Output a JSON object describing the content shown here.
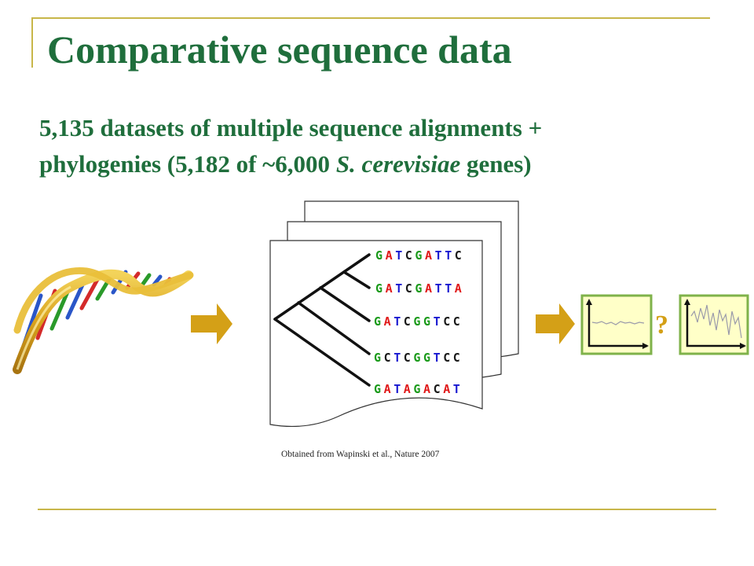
{
  "slide": {
    "title": "Comparative sequence data",
    "subtitle_line1": "5,135 datasets of multiple sequence alignments +",
    "subtitle_line2_pre": "phylogenies (5,182 of ~6,000 ",
    "subtitle_line2_species": "S. cerevisiae",
    "subtitle_line2_post": " genes)",
    "caption": "Obtained from Wapinski et al., Nature 2007",
    "question_mark": "?"
  },
  "alignment": {
    "sequences": [
      "GATCGATTC",
      "GATCGATTA",
      "GATCGGTCC",
      "GCTCGGTCC",
      "GATAGACAT"
    ]
  },
  "colors": {
    "title_green": "#1f6e3c",
    "frame_gold": "#c8b64a",
    "arrow_gold": "#d4a017",
    "plot_bg": "#ffffc8",
    "plot_border": "#7fb24a",
    "nucleotide_G": "#1a9a1a",
    "nucleotide_A": "#e01818",
    "nucleotide_T": "#1818d0",
    "nucleotide_C": "#1a1a1a"
  },
  "icons": {
    "dna": "dna-helix-icon",
    "arrow": "right-arrow-icon",
    "plot": "line-plot-icon"
  }
}
